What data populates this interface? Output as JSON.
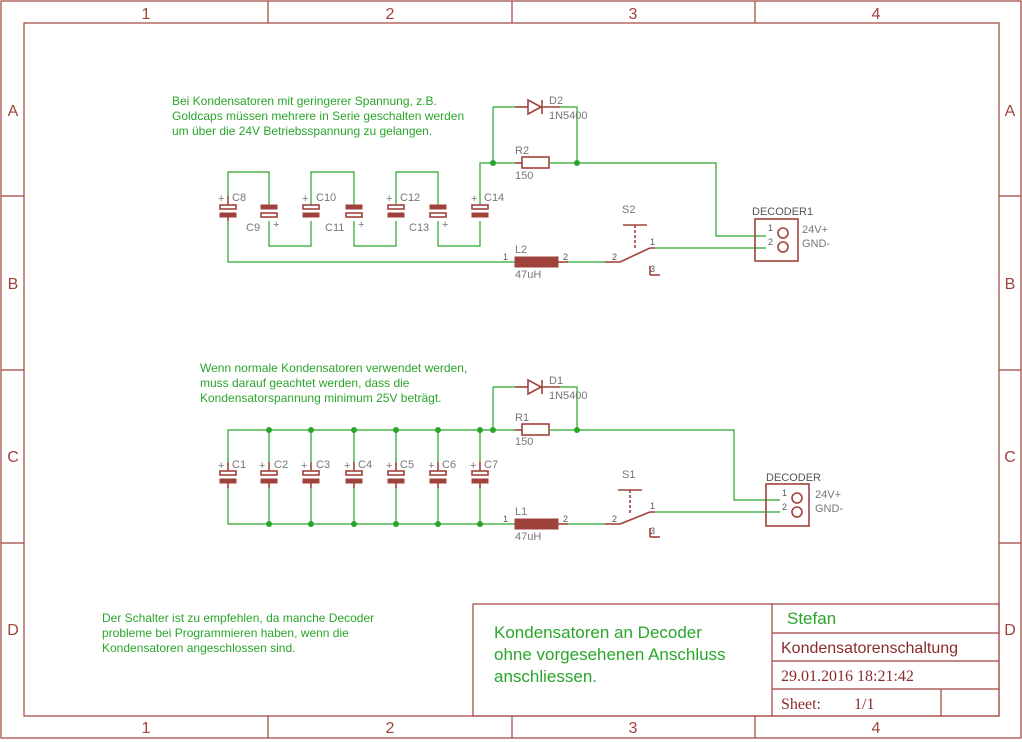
{
  "frame": {
    "columns": [
      "1",
      "2",
      "3",
      "4"
    ],
    "rows": [
      "A",
      "B",
      "C",
      "D"
    ]
  },
  "notes": {
    "top": [
      "Bei Kondensatoren mit geringerer Spannung, z.B.",
      "Goldcaps müssen mehrere in Serie geschalten werden",
      "um über die 24V Betriebsspannung zu gelangen."
    ],
    "middle": [
      "Wenn normale Kondensatoren verwendet werden,",
      "muss darauf geachtet werden, dass die",
      "Kondensatorspannung minimum 25V beträgt."
    ],
    "bottom": [
      "Der Schalter ist zu empfehlen, da manche Decoder",
      "probleme bei Programmieren haben, wenn die",
      "Kondensatoren angeschlossen sind."
    ]
  },
  "circuit_top": {
    "capacitors": [
      "C8",
      "C9",
      "C10",
      "C11",
      "C12",
      "C13",
      "C14"
    ],
    "diode": {
      "name": "D2",
      "value": "1N5400"
    },
    "resistor": {
      "name": "R2",
      "value": "150"
    },
    "inductor": {
      "name": "L2",
      "value": "47uH",
      "pin1": "1",
      "pin2": "2"
    },
    "switch": {
      "name": "S2",
      "pin1": "1",
      "pin2": "2",
      "pin3": "3"
    },
    "connector": {
      "name": "DECODER1",
      "pin1": "1",
      "pin2": "2",
      "label1": "24V+",
      "label2": "GND-"
    }
  },
  "circuit_bottom": {
    "capacitors": [
      "C1",
      "C2",
      "C3",
      "C4",
      "C5",
      "C6",
      "C7"
    ],
    "diode": {
      "name": "D1",
      "value": "1N5400"
    },
    "resistor": {
      "name": "R1",
      "value": "150"
    },
    "inductor": {
      "name": "L1",
      "value": "47uH",
      "pin1": "1",
      "pin2": "2"
    },
    "switch": {
      "name": "S1",
      "pin1": "1",
      "pin2": "2",
      "pin3": "3"
    },
    "connector": {
      "name": "DECODER",
      "pin1": "1",
      "pin2": "2",
      "label1": "24V+",
      "label2": "GND-"
    }
  },
  "title_block": {
    "description": [
      "Kondensatoren an Decoder",
      "ohne vorgesehenen Anschluss",
      "anschliessen."
    ],
    "author": "Stefan",
    "title": "Kondensatorenschaltung",
    "date": "29.01.2016 18:21:42",
    "sheet_label": "Sheet:",
    "sheet_value": "1/1"
  },
  "colors": {
    "frame": "#a0423c",
    "wire": "#2aa52a",
    "note": "#2aa52a",
    "label": "#777777"
  }
}
